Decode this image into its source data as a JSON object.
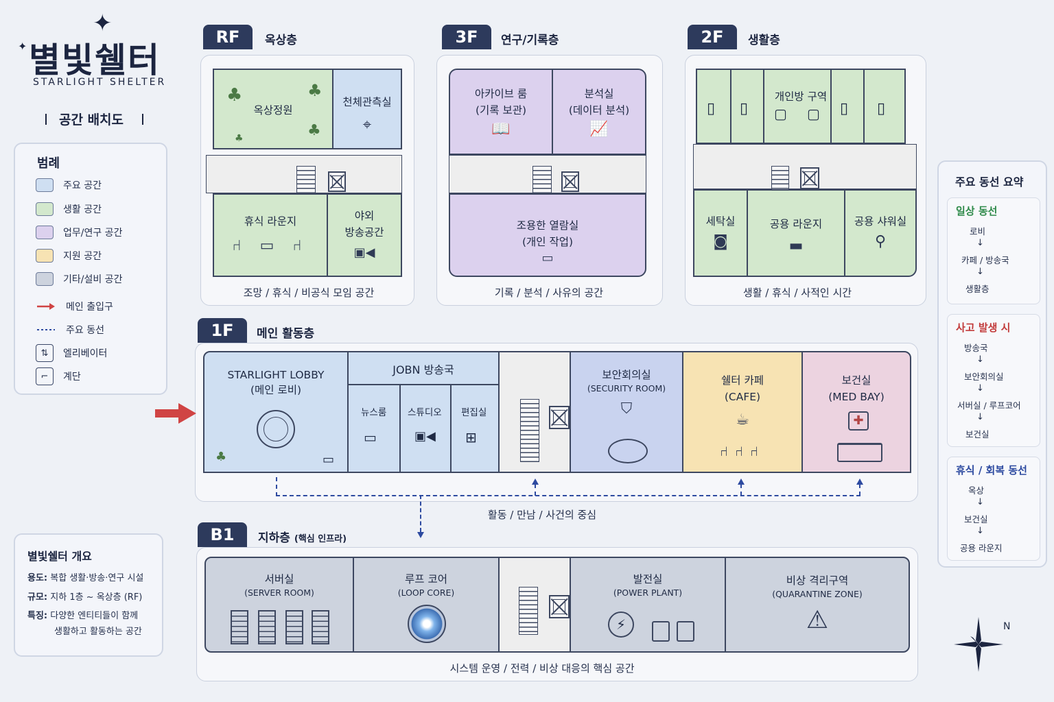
{
  "brand": {
    "title": "별빛쉘터",
    "subtitle": "STARLIGHT SHELTER",
    "map_title": "공간 배치도"
  },
  "legend": {
    "title": "범례",
    "items": [
      {
        "label": "주요 공간",
        "color": "#cfdff2"
      },
      {
        "label": "생활 공간",
        "color": "#d3e8cd"
      },
      {
        "label": "업무/연구 공간",
        "color": "#dcd1ee"
      },
      {
        "label": "지원 공간",
        "color": "#f7e3b3"
      },
      {
        "label": "기타/설비 공간",
        "color": "#cdd3de"
      }
    ],
    "entrance": "메인 출입구",
    "route": "주요 동선",
    "elevator": "엘리베이터",
    "stairs": "계단"
  },
  "overview": {
    "title": "별빛쉘터 개요",
    "use_key": "용도:",
    "use_val": "복합 생활·방송·연구 시설",
    "scale_key": "규모:",
    "scale_val": "지하 1층 ~ 옥상층 (RF)",
    "feature_key": "특징:",
    "feature_val1": "다양한 엔티티들이 함께",
    "feature_val2": "생활하고 활동하는 공간"
  },
  "floors": {
    "rf": {
      "tag": "RF",
      "name": "옥상층",
      "rooms": {
        "garden": "옥상정원",
        "observatory": "천체관측실",
        "lounge": "휴식 라운지",
        "outdoor1": "야외",
        "outdoor2": "방송공간"
      },
      "caption": "조망 / 휴식 / 비공식 모임 공간"
    },
    "f3": {
      "tag": "3F",
      "name": "연구/기록층",
      "rooms": {
        "archive1": "아카이브 룸",
        "archive2": "(기록 보관)",
        "analysis1": "분석실",
        "analysis2": "(데이터 분석)",
        "reading1": "조용한 열람실",
        "reading2": "(개인 작업)"
      },
      "caption": "기록 / 분석 / 사유의 공간"
    },
    "f2": {
      "tag": "2F",
      "name": "생활층",
      "rooms": {
        "private": "개인방 구역",
        "laundry": "세탁실",
        "lounge": "공용 라운지",
        "shower": "공용 샤워실"
      },
      "caption": "생활 / 휴식 / 사적인 시간"
    },
    "f1": {
      "tag": "1F",
      "name": "메인 활동층",
      "rooms": {
        "lobby1": "STARLIGHT LOBBY",
        "lobby2": "(메인 로비)",
        "broadcast": "JOBN 방송국",
        "newsroom": "뉴스룸",
        "studio": "스튜디오",
        "editing": "편집실",
        "security1": "보안회의실",
        "security2": "(SECURITY ROOM)",
        "cafe1": "쉘터 카페",
        "cafe2": "(CAFE)",
        "med1": "보건실",
        "med2": "(MED BAY)"
      },
      "caption": "활동 / 만남 / 사건의 중심"
    },
    "b1": {
      "tag": "B1",
      "name": "지하층",
      "name_sub": "(핵심 인프라)",
      "rooms": {
        "server1": "서버실",
        "server2": "(SERVER ROOM)",
        "loop1": "루프 코어",
        "loop2": "(LOOP CORE)",
        "power1": "발전실",
        "power2": "(POWER PLANT)",
        "quarantine1": "비상 격리구역",
        "quarantine2": "(QUARANTINE ZONE)"
      },
      "caption": "시스템 운영 / 전력 / 비상 대응의 핵심 공간"
    }
  },
  "routes": {
    "title": "주요 동선 요약",
    "daily": {
      "title": "일상 동선",
      "color": "#2f8a4a",
      "steps": [
        "로비",
        "카페 / 방송국",
        "생활층"
      ]
    },
    "incident": {
      "title": "사고 발생 시",
      "color": "#c23a3a",
      "steps": [
        "방송국",
        "보안회의실",
        "서버실 / 루프코어",
        "보건실"
      ]
    },
    "rest": {
      "title": "휴식 / 회복 동선",
      "color": "#2d4aa0",
      "steps": [
        "옥상",
        "보건실",
        "공용 라운지"
      ]
    }
  },
  "compass": {
    "north": "N"
  },
  "icons": [
    "tree-icon",
    "telescope-icon",
    "chair-icon",
    "camera-icon",
    "book-icon",
    "chart-icon",
    "desk-icon",
    "bed-icon",
    "washer-icon",
    "sofa-icon",
    "shower-icon",
    "monitor-icon",
    "shield-icon",
    "coffee-icon",
    "medical-cross-icon",
    "server-rack-icon",
    "core-orb-icon",
    "power-icon",
    "warning-icon",
    "compass-icon",
    "stairs-icon",
    "elevator-icon"
  ]
}
